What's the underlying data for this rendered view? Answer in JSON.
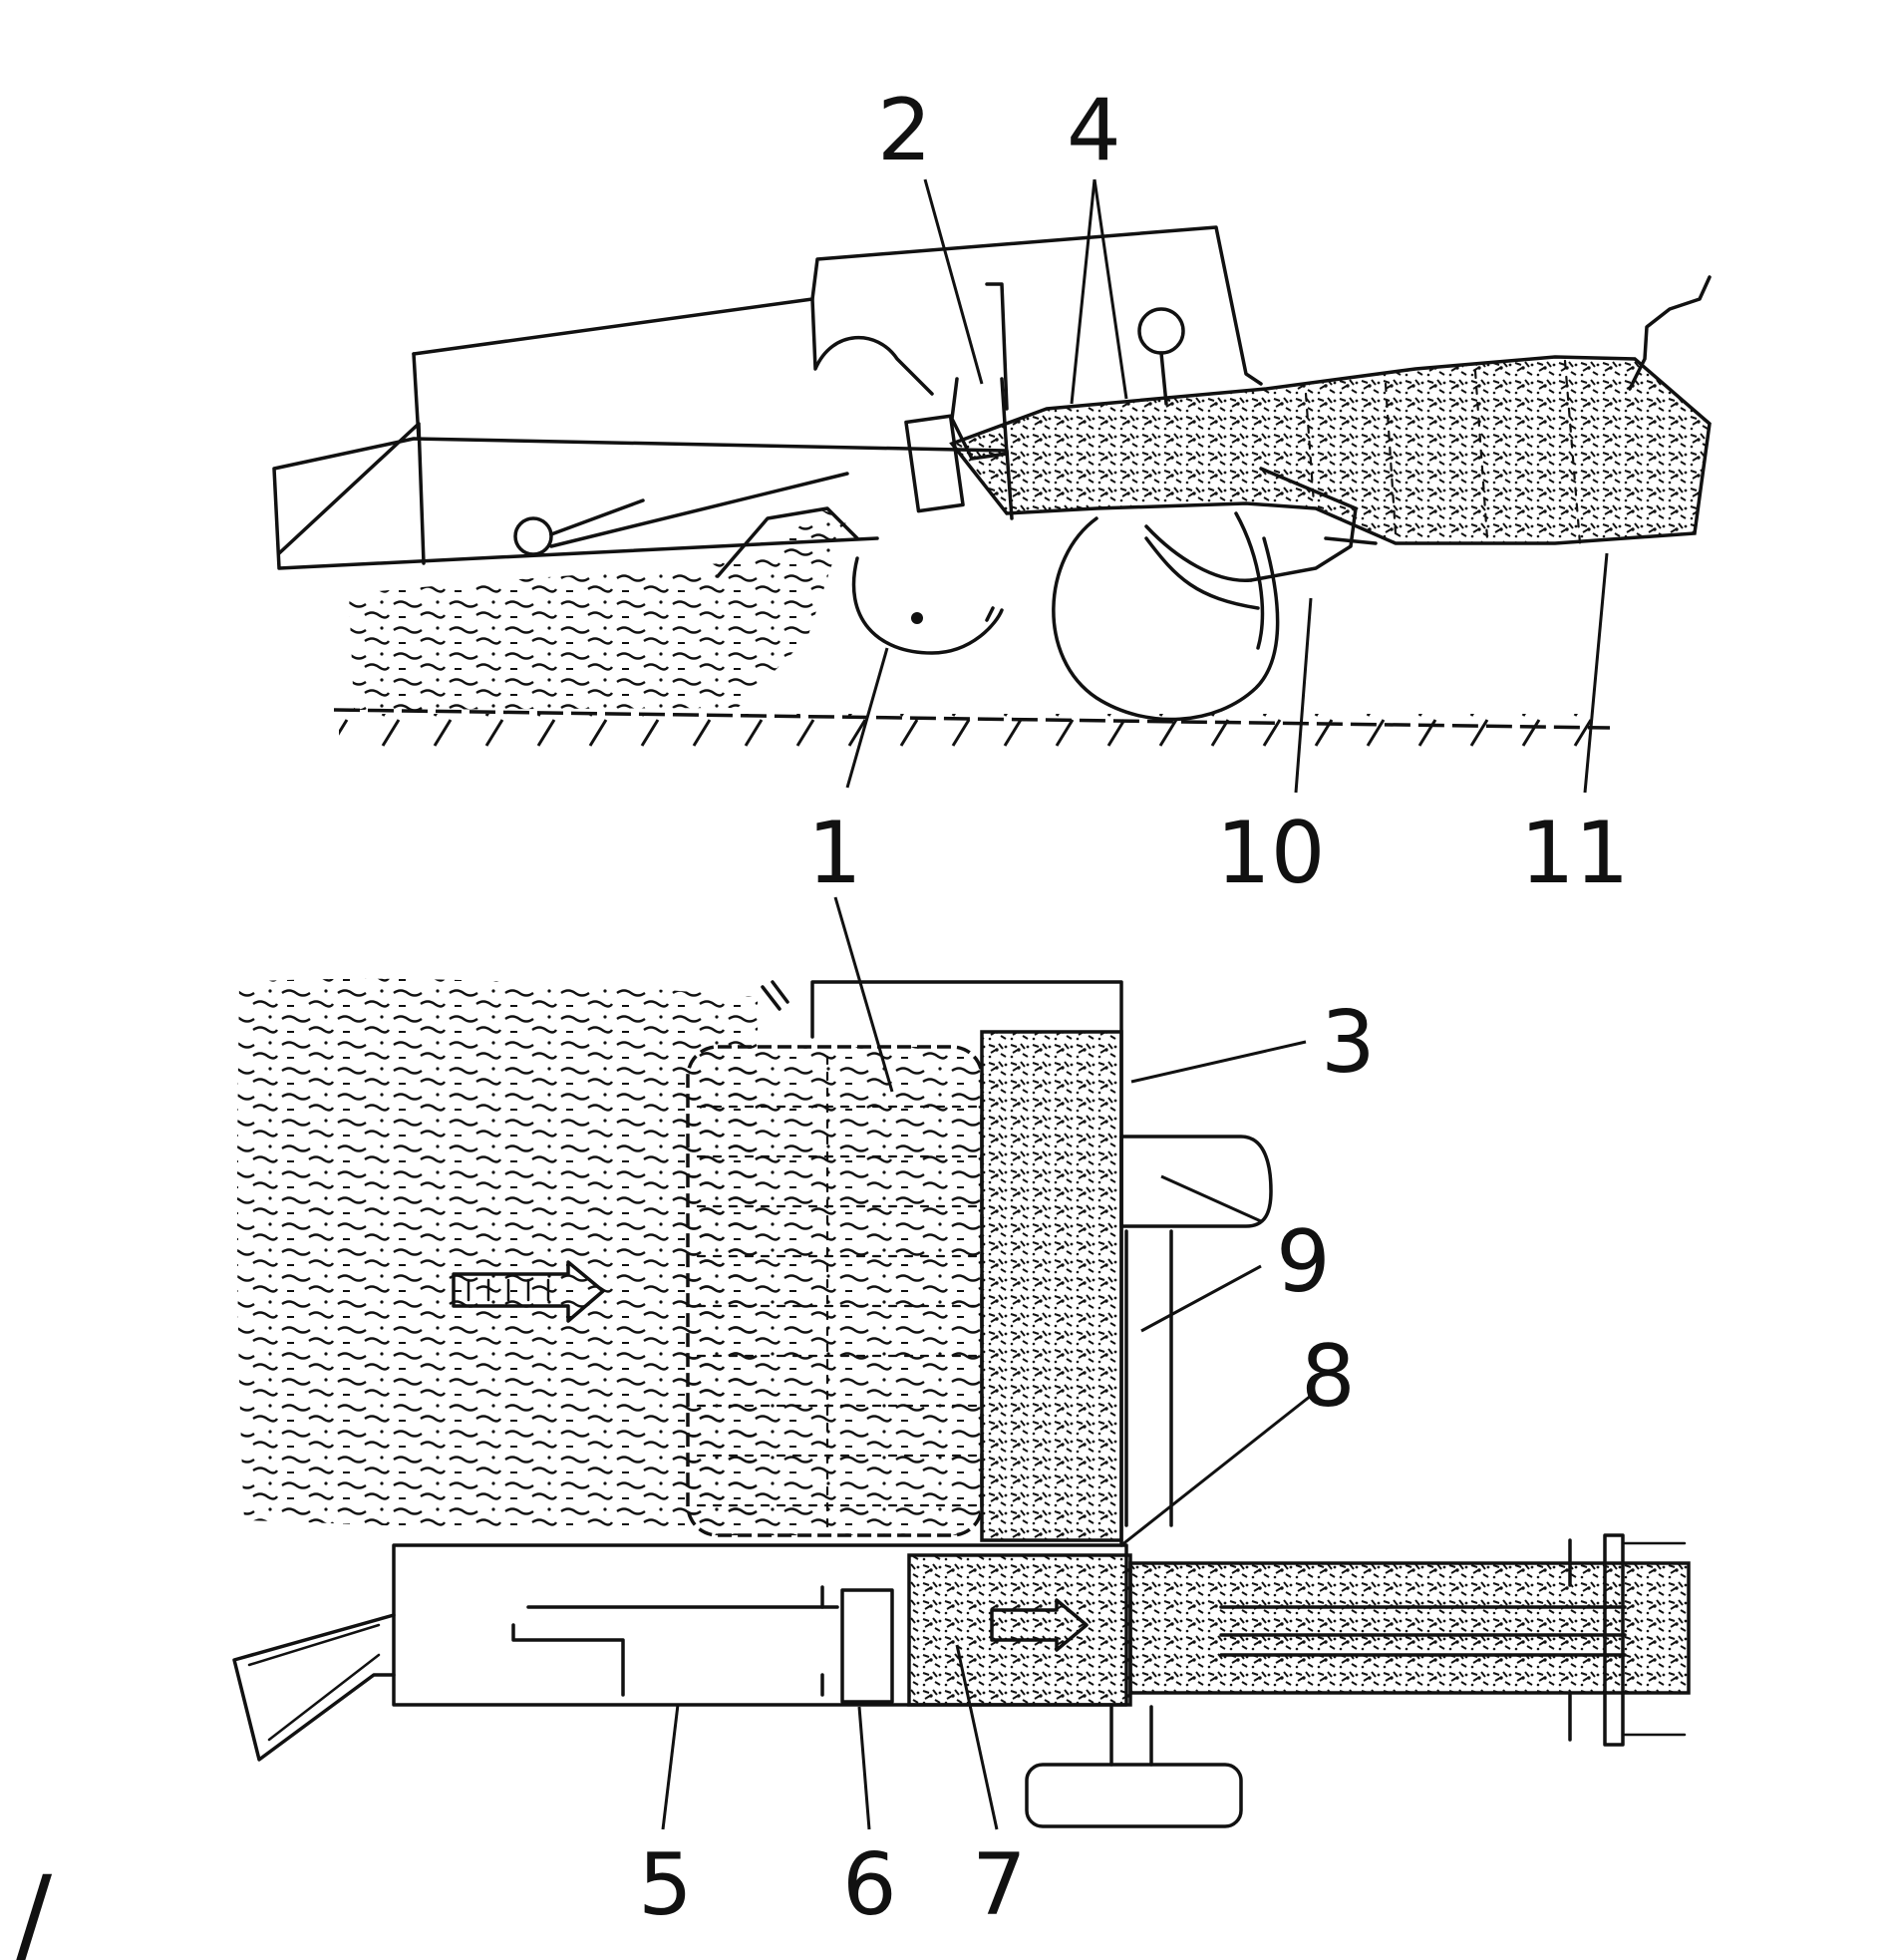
{
  "figure": {
    "side_view": {
      "labels": [
        {
          "id": "1",
          "text": "1"
        },
        {
          "id": "2",
          "text": "2"
        },
        {
          "id": "4",
          "text": "4"
        },
        {
          "id": "10",
          "text": "10"
        },
        {
          "id": "11",
          "text": "11"
        }
      ]
    },
    "top_view": {
      "labels": [
        {
          "id": "3",
          "text": "3"
        },
        {
          "id": "5",
          "text": "5"
        },
        {
          "id": "6",
          "text": "6"
        },
        {
          "id": "7",
          "text": "7"
        },
        {
          "id": "8",
          "text": "8"
        },
        {
          "id": "9",
          "text": "9"
        }
      ]
    },
    "margin_mark": "/"
  },
  "colors": {
    "ink": "#111111",
    "paper": "#ffffff"
  }
}
